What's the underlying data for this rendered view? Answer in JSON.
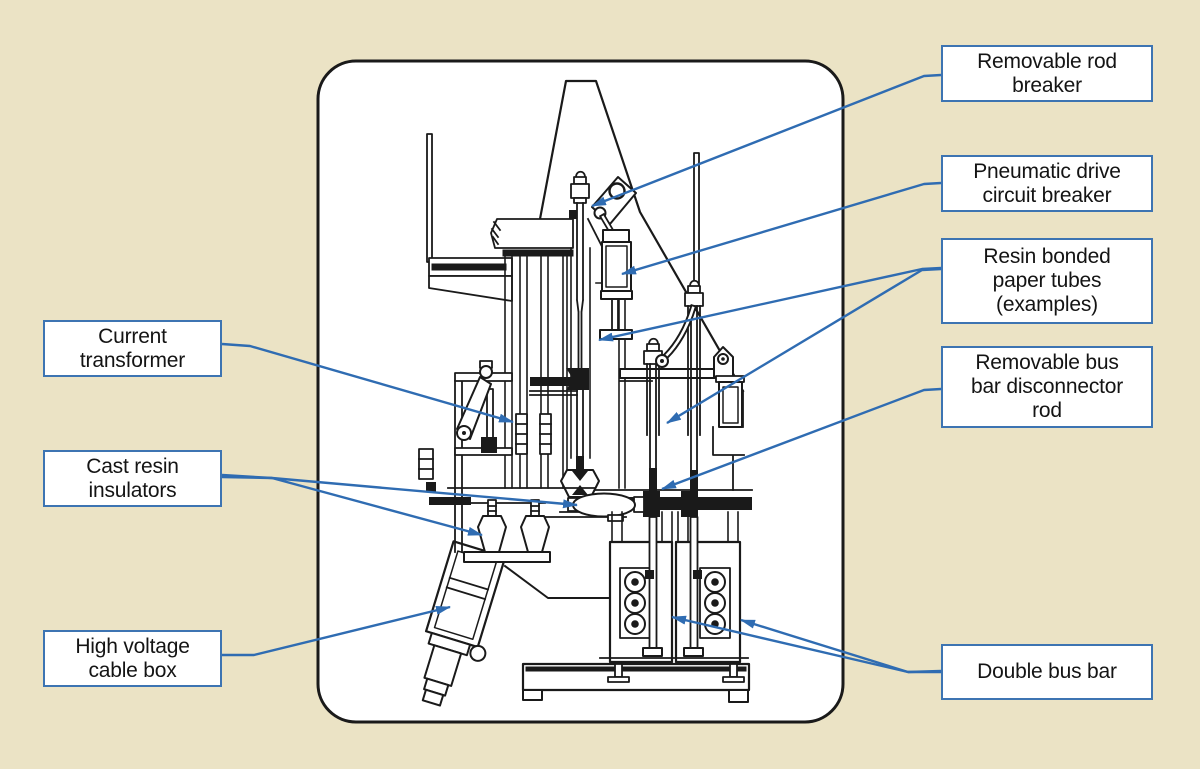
{
  "colors": {
    "page_bg": "#ebe3c5",
    "panel_bg": "#ffffff",
    "ink": "#1a1a1a",
    "leader": "#2f6cb2",
    "box_border": "#3d74b2",
    "box_bg": "#ffffff",
    "label_text": "#141414"
  },
  "callouts": {
    "removable_rod_breaker": {
      "text": "Removable rod\nbreaker"
    },
    "pneumatic_drive_circuit_breaker": {
      "text": "Pneumatic drive\ncircuit breaker"
    },
    "resin_bonded_paper_tubes": {
      "text": "Resin bonded\npaper tubes\n(examples)"
    },
    "removable_bus_bar_disconnector_rod": {
      "text": "Removable bus\nbar disconnector\nrod"
    },
    "double_bus_bar": {
      "text": "Double bus bar"
    },
    "current_transformer": {
      "text": "Current\ntransformer"
    },
    "cast_resin_insulators": {
      "text": "Cast resin\ninsulators"
    },
    "high_voltage_cable_box": {
      "text": "High voltage\ncable box"
    }
  }
}
